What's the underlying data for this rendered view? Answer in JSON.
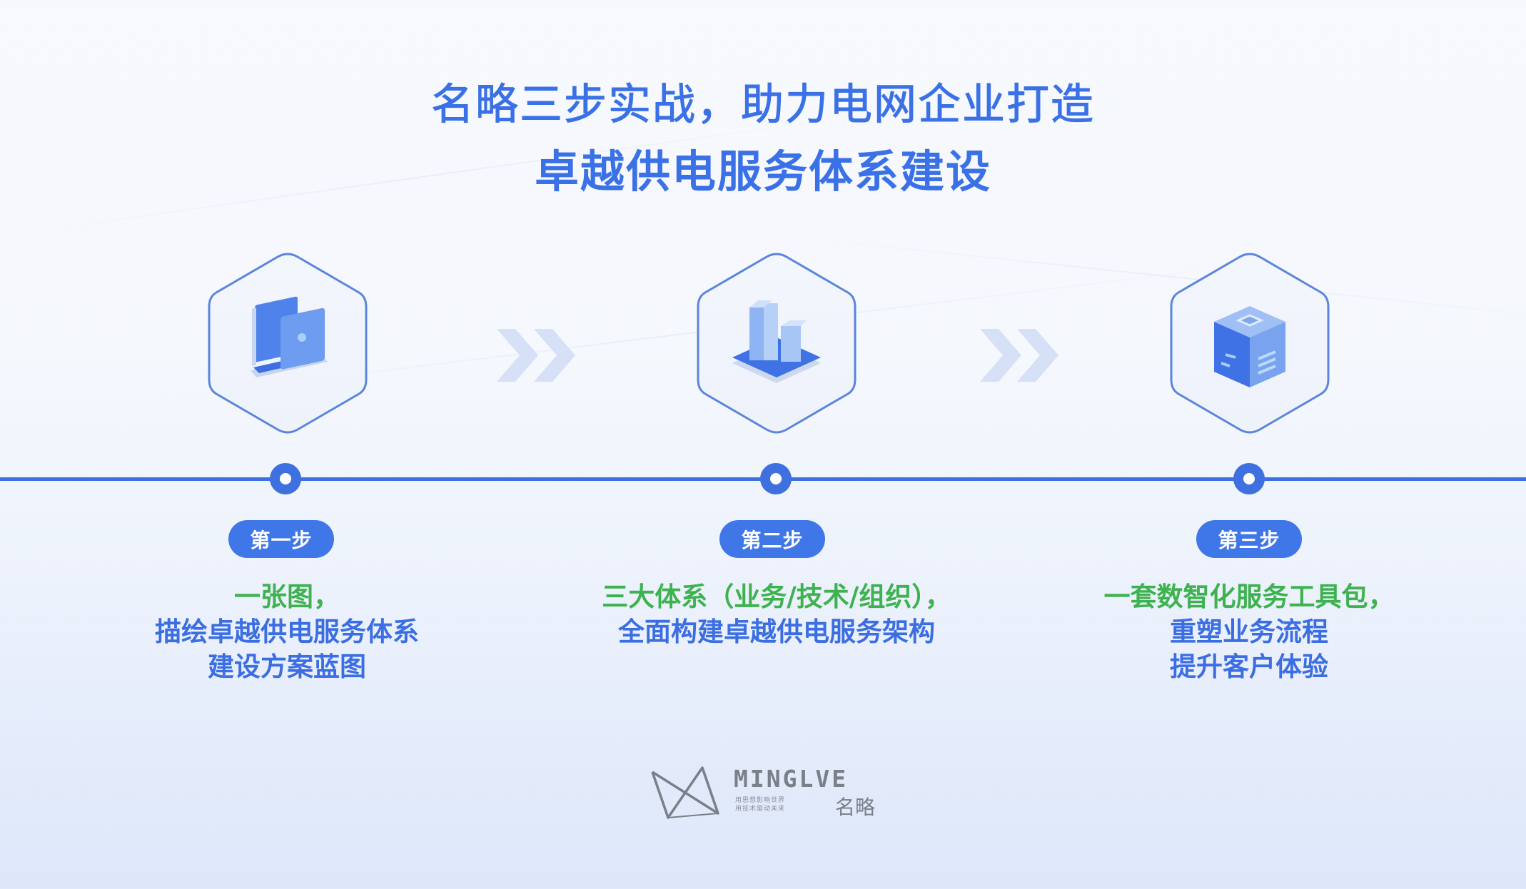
{
  "header": {
    "title_line1": "名略三步实战，助力电网企业打造",
    "title_line2": "卓越供电服务体系建设"
  },
  "colors": {
    "primary_blue": "#3f70e0",
    "title_blue": "#3b71e6",
    "highlight_green": "#3db24f",
    "chevron": "#d6e0f7"
  },
  "steps": [
    {
      "icon": "monitor-screens-icon",
      "badge": "第一步",
      "highlight": "一张图，",
      "lines": [
        "描绘卓越供电服务体系",
        "建设方案蓝图"
      ]
    },
    {
      "icon": "building-blocks-icon",
      "badge": "第二步",
      "highlight": "三大体系（业务/技术/组织），",
      "lines": [
        "全面构建卓越供电服务架构"
      ]
    },
    {
      "icon": "toolbox-cube-icon",
      "badge": "第三步",
      "highlight": "一套数智化服务工具包，",
      "lines": [
        "重塑业务流程",
        "提升客户体验"
      ]
    }
  ],
  "logo": {
    "brand": "MINGLVE",
    "name_cn": "名略",
    "tagline_line1": "用思想影响世界",
    "tagline_line2": "用技术驱动未来"
  }
}
